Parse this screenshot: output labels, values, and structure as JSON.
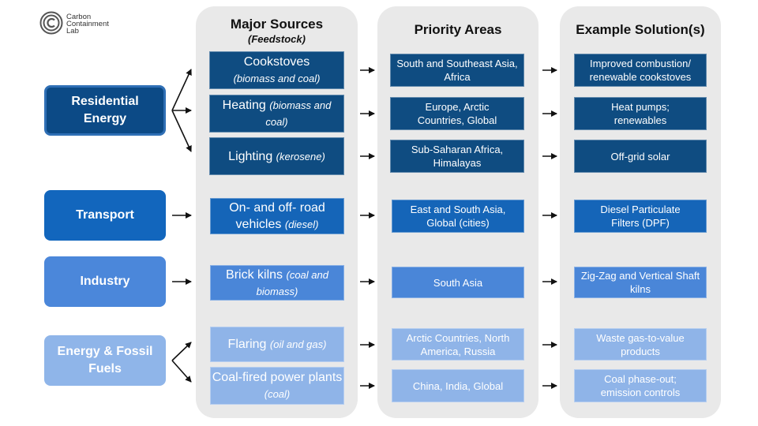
{
  "logo": {
    "lines": [
      "Carbon",
      "Containment",
      "Lab"
    ]
  },
  "columns": {
    "sources": {
      "title": "Major Sources",
      "subtitle": "(Feedstock)"
    },
    "priority": {
      "title": "Priority Areas"
    },
    "solutions": {
      "title": "Example Solution(s)"
    }
  },
  "sectors": {
    "residential": "Residential Energy",
    "transport": "Transport",
    "industry": "Industry",
    "energy": "Energy & Fossil Fuels"
  },
  "rows": [
    {
      "source": "Cookstoves",
      "note": "(biomass and coal)",
      "priority": "South and Southeast Asia, Africa",
      "solution": "Improved combustion/ renewable cookstoves"
    },
    {
      "source": "Heating",
      "note": "(biomass and coal)",
      "priority": "Europe, Arctic Countries, Global",
      "solution": "Heat pumps; renewables"
    },
    {
      "source": "Lighting",
      "note": "(kerosene)",
      "priority": "Sub-Saharan Africa, Himalayas",
      "solution": "Off-grid solar"
    },
    {
      "source": "On- and off- road vehicles",
      "note": "(diesel)",
      "priority": "East and South Asia, Global (cities)",
      "solution": "Diesel Particulate Filters (DPF)"
    },
    {
      "source": "Brick kilns",
      "note": "(coal and biomass)",
      "priority": "South Asia",
      "solution": "Zig-Zag and Vertical Shaft kilns"
    },
    {
      "source": "Flaring",
      "note": "(oil and gas)",
      "priority": "Arctic Countries, North America, Russia",
      "solution": "Waste gas-to-value products"
    },
    {
      "source": "Coal-fired power plants",
      "note": "(coal)",
      "priority": "China, India, Global",
      "solution": "Coal phase-out; emission controls"
    }
  ],
  "colors": {
    "residential": "#0f4c81",
    "transport": "#1565b8",
    "industry": "#4a86d8",
    "energy": "#8fb4e8",
    "column_bg": "#e9e9e9"
  }
}
